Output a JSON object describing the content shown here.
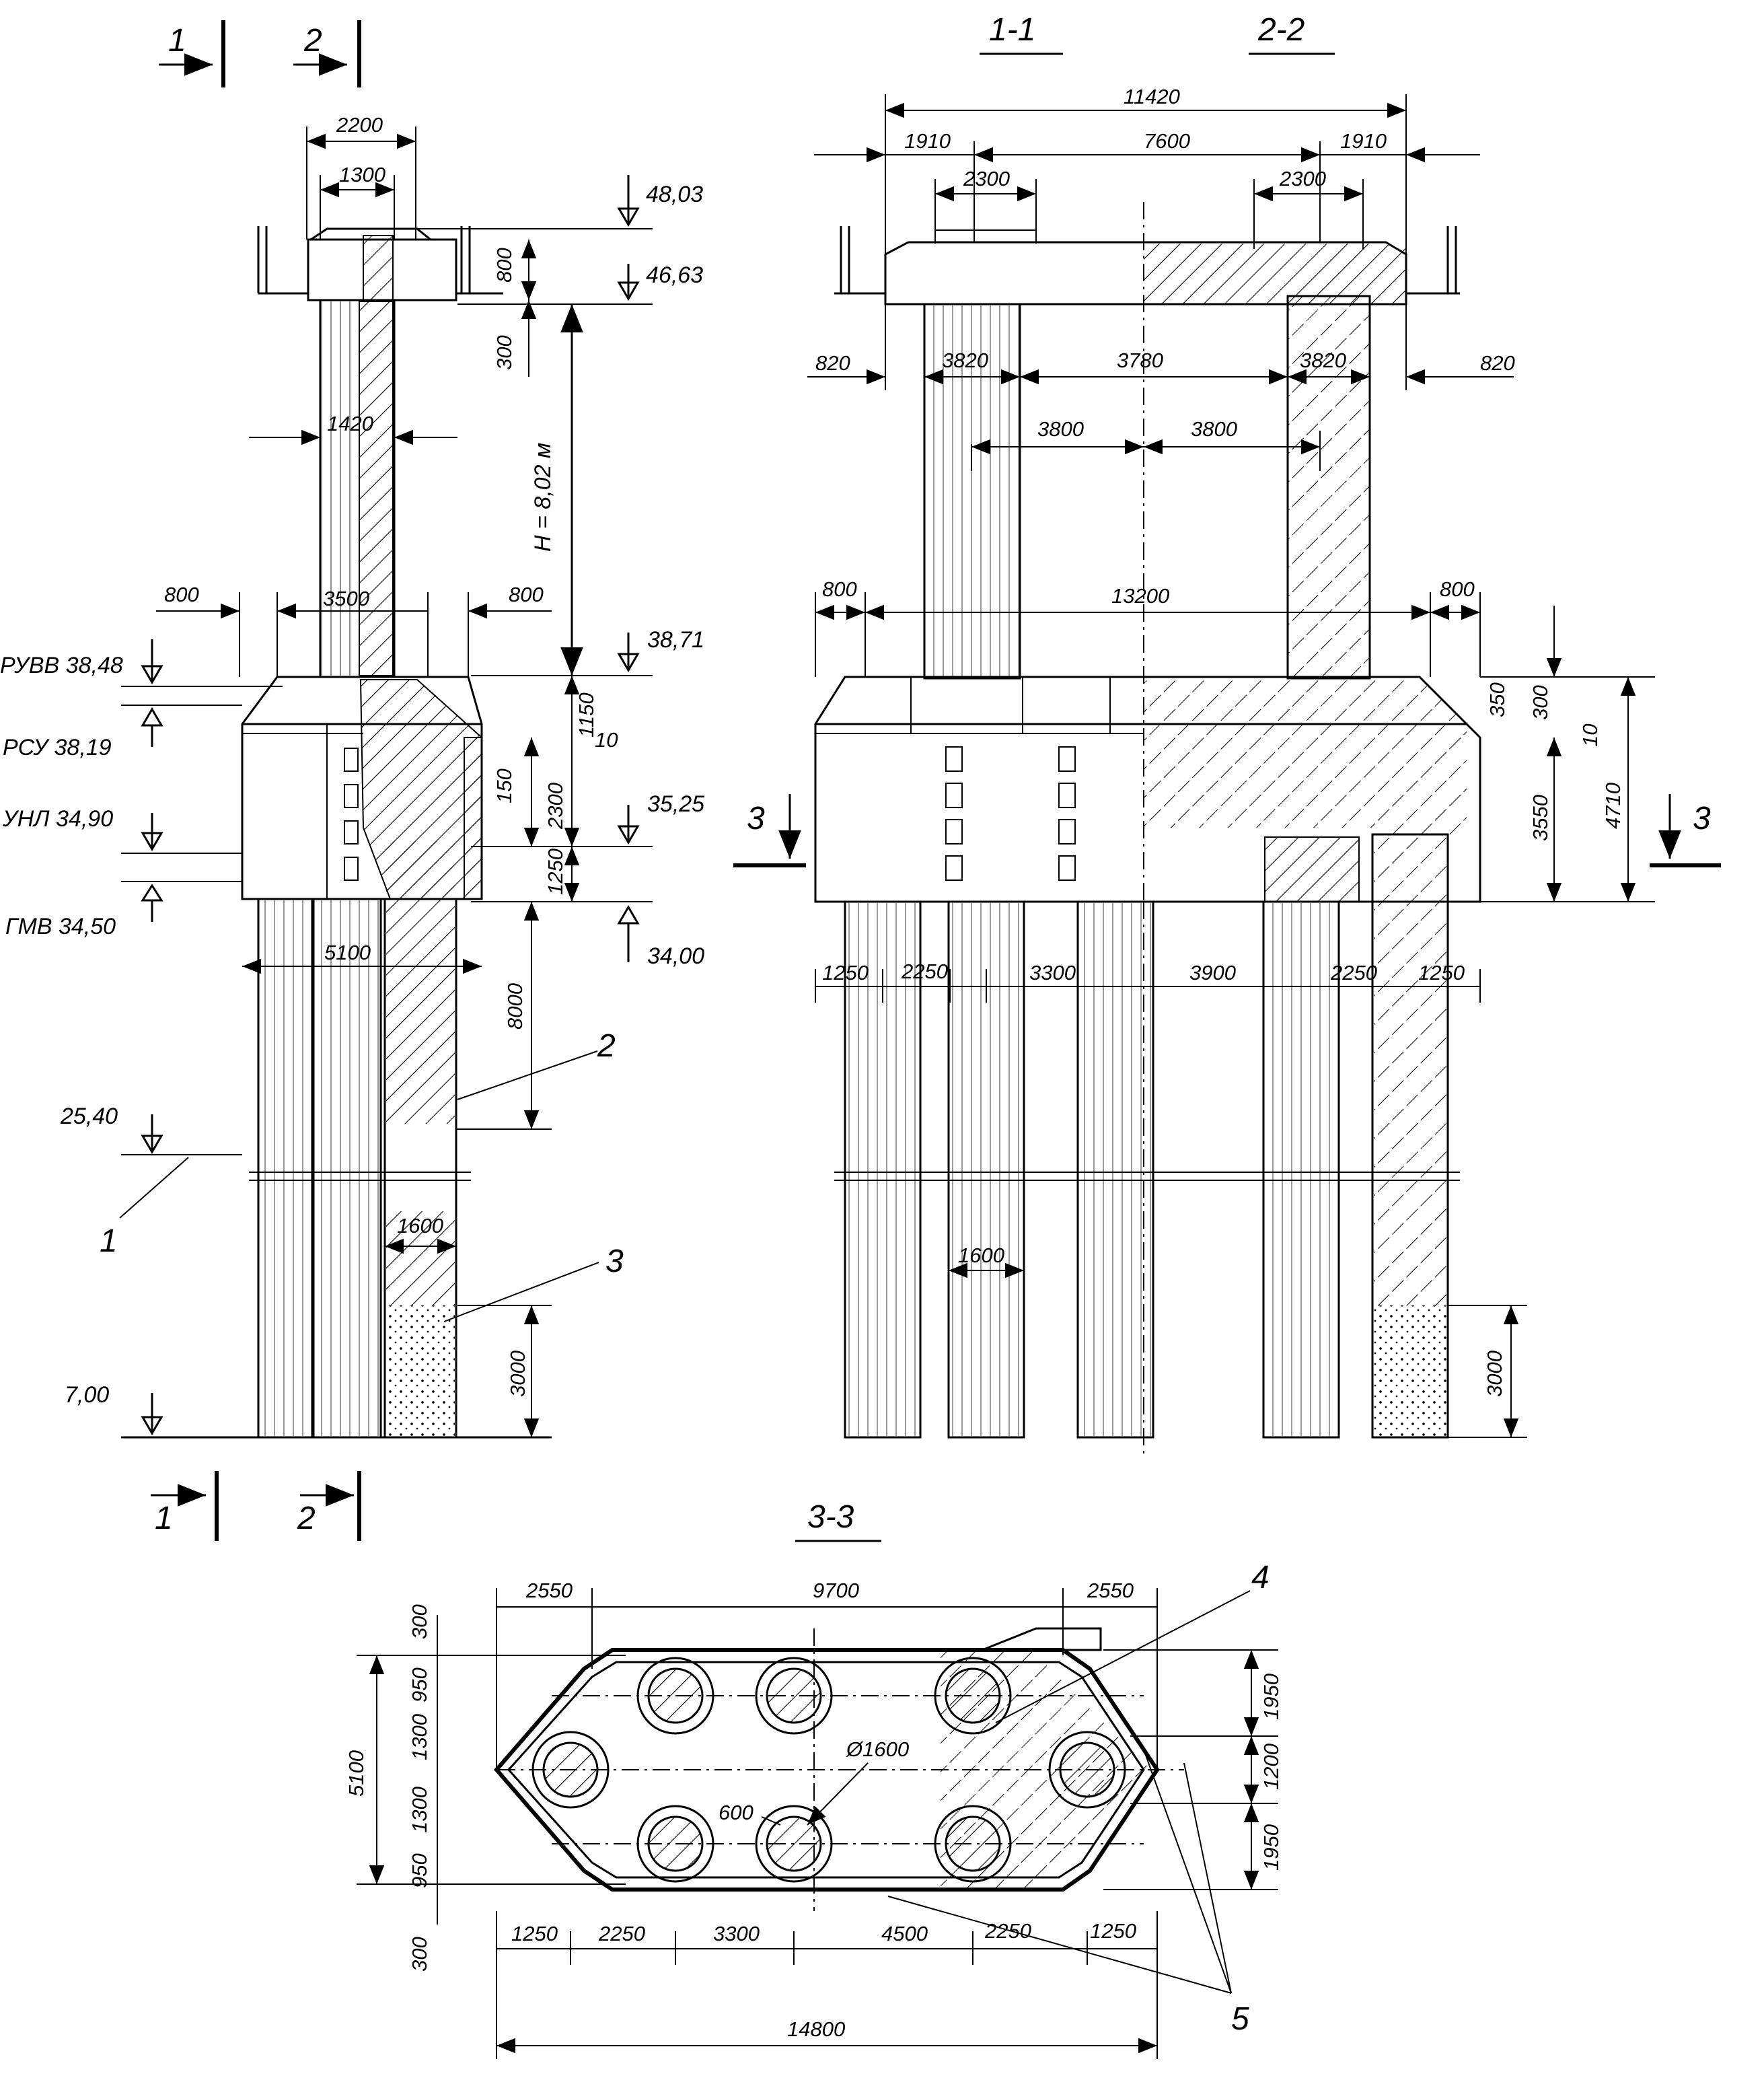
{
  "sections": {
    "cut1": "1",
    "cut2": "2",
    "view11": "1-1",
    "view22": "2-2",
    "cut3": "3",
    "plan33": "3-3"
  },
  "elevations": {
    "e4803": "48,03",
    "e4663": "46,63",
    "e3871": "38,71",
    "e3525": "35,25",
    "e3400": "34,00",
    "ruvv": "РУВВ 38,48",
    "rsu": "РСУ 38,19",
    "unl": "УНЛ 34,90",
    "gmv": "ГМВ 34,50",
    "e2540": "25,40",
    "e700": "7,00"
  },
  "height_label": "H = 8,02 м",
  "callouts": {
    "c1": "1",
    "c2": "2",
    "c3": "3",
    "c4": "4",
    "c5": "5"
  },
  "side_dims": {
    "d2200": "2200",
    "d1300": "1300",
    "d800v": "800",
    "d300": "300",
    "d1420": "1420",
    "d800l": "800",
    "d3500": "3500",
    "d800r": "800",
    "d1150": "1150",
    "d10": "10",
    "d150": "150",
    "d2300": "2300",
    "d1250": "1250",
    "d5100": "5100",
    "d8000": "8000",
    "d1600": "1600",
    "d3000": "3000"
  },
  "front_dims": {
    "d11420": "11420",
    "d1910l": "1910",
    "d7600": "7600",
    "d1910r": "1910",
    "d2300l": "2300",
    "d2300r": "2300",
    "d820l": "820",
    "d3820l": "3820",
    "d3780": "3780",
    "d3820r": "3820",
    "d820r": "820",
    "d3800l": "3800",
    "d3800r": "3800",
    "d800l": "800",
    "d13200": "13200",
    "d800r": "800",
    "d350": "350",
    "d300": "300",
    "d10": "10",
    "d3550": "3550",
    "d4710": "4710",
    "p1250l": "1250",
    "p2250l": "2250",
    "p3300": "3300",
    "p3900": "3900",
    "p2250r": "2250",
    "p1250r": "1250",
    "d1600": "1600",
    "d3000": "3000"
  },
  "plan_dims": {
    "t2550l": "2550",
    "t9700": "9700",
    "t2550r": "2550",
    "l300t": "300",
    "l950a": "950",
    "l1300a": "1300",
    "l1300b": "1300",
    "l950b": "950",
    "l300b": "300",
    "l5100": "5100",
    "r1950a": "1950",
    "r1200": "1200",
    "r1950b": "1950",
    "b1250l": "1250",
    "b2250l": "2250",
    "b3300": "3300",
    "b4500": "4500",
    "b2250r": "2250",
    "b1250r": "1250",
    "b14800": "14800",
    "d600": "600",
    "dia1600": "Ø1600"
  }
}
